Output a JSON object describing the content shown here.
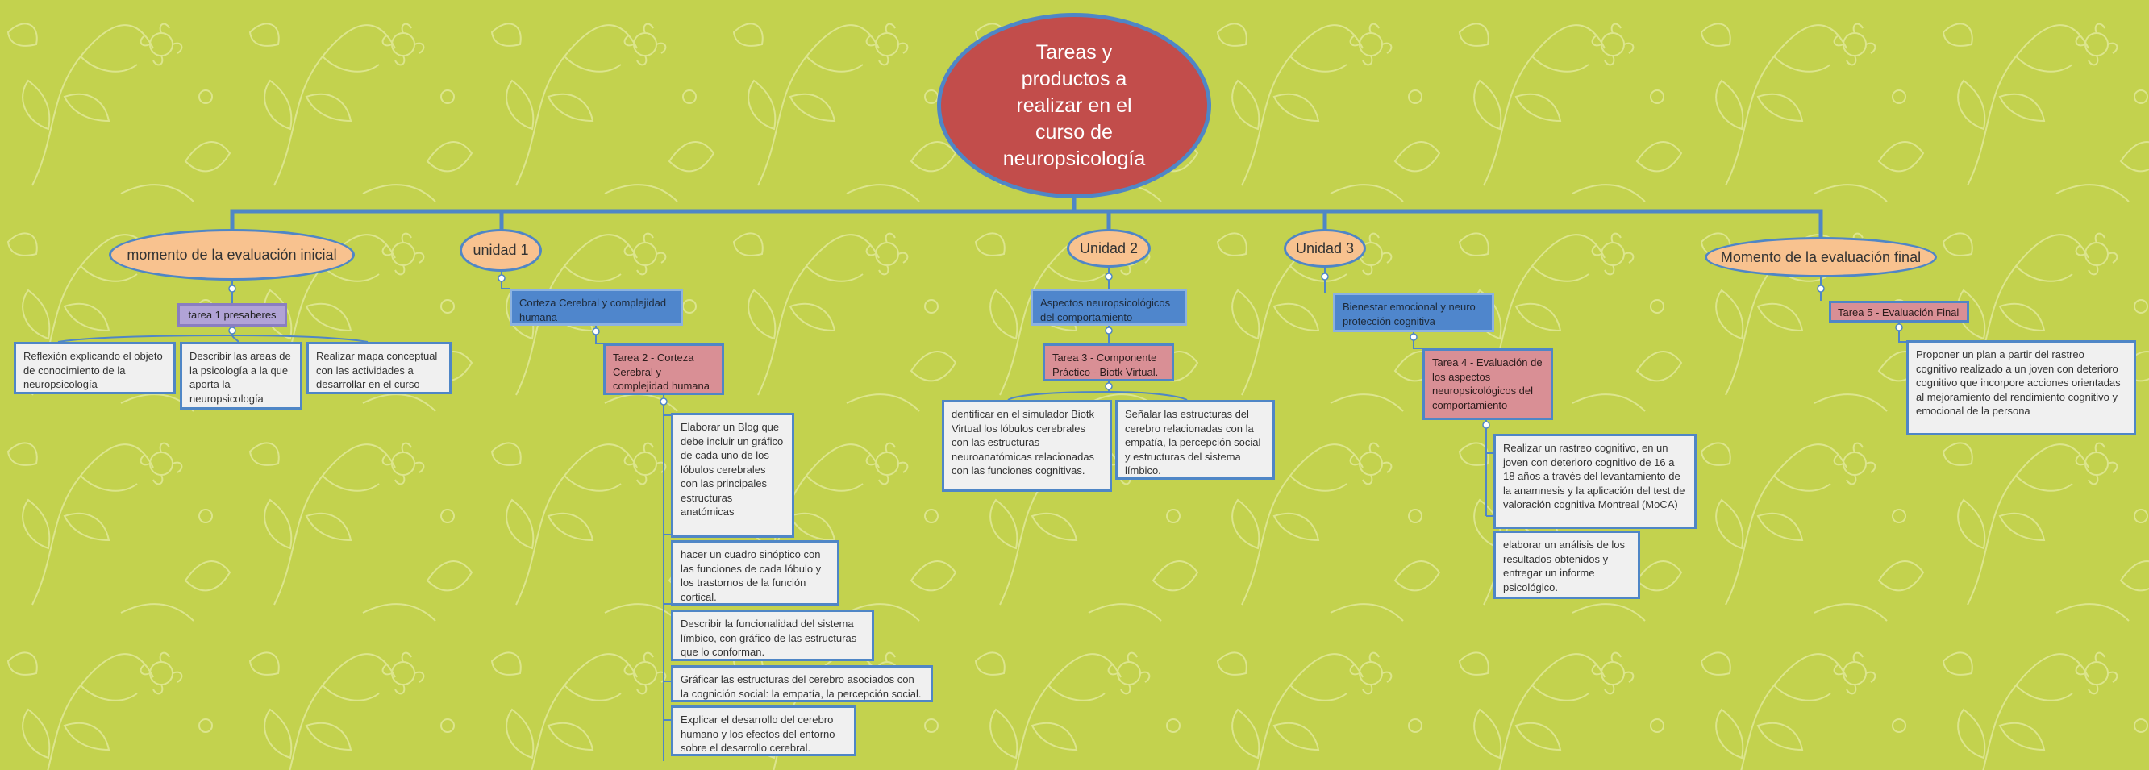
{
  "root": {
    "title": "Tareas y productos a realizar en el curso de neuropsicología"
  },
  "branches": {
    "inicial": {
      "label": "momento de la evaluación  inicial",
      "task": "tarea 1 presaberes",
      "notes": [
        "Reflexión explicando el objeto de conocimiento de la neuropsicología",
        "Describir las areas de la psicología a la que aporta la neuropsicología",
        "Realizar mapa conceptual con las actividades a desarrollar en el curso"
      ]
    },
    "unidad1": {
      "label": "unidad 1",
      "topic": "Corteza Cerebral y complejidad humana",
      "task": "Tarea 2 - Corteza Cerebral y complejidad humana",
      "notes": [
        "Elaborar un Blog que debe incluir un gráfico de cada uno de los lóbulos cerebrales con las principales estructuras anatómicas",
        "hacer un cuadro sinóptico con las funciones de cada lóbulo y los trastornos de la función cortical.",
        "Describir la funcionalidad del sistema límbico, con gráfico de las estructuras que lo conforman.",
        "Gráficar las estructuras del cerebro asociados con la cognición social: la empatía, la percepción social.",
        "Explicar el desarrollo del cerebro humano y los efectos del entorno sobre el desarrollo cerebral."
      ]
    },
    "unidad2": {
      "label": "Unidad 2",
      "topic": "Aspectos neuropsicológicos del comportamiento",
      "task": "Tarea 3 - Componente Práctico - Biotk Virtual.",
      "notes": [
        "dentificar en el simulador Biotk Virtual los lóbulos cerebrales con las estructuras neuroanatómicas relacionadas con las funciones cognitivas.",
        "Señalar las estructuras del cerebro relacionadas con la empatía, la percepción social y estructuras del sistema límbico."
      ]
    },
    "unidad3": {
      "label": "Unidad 3",
      "topic": "Bienestar emocional y neuro protección cognitiva",
      "task": "Tarea 4 - Evaluación de los aspectos neuropsicológicos del comportamiento",
      "notes": [
        "Realizar un rastreo cognitivo, en un joven con deterioro cognitivo de 16 a 18 años a través del levantamiento de la anamnesis y la aplicación del test de valoración cognitiva Montreal (MoCA)",
        "elaborar un análisis de los resultados obtenidos y entregar un informe psicológico."
      ]
    },
    "final": {
      "label": "Momento de la evaluación final",
      "task": "Tarea 5 - Evaluación Final",
      "notes": [
        "Proponer un plan a partir del rastreo cognitivo realizado a un joven con deterioro cognitivo que incorpore acciones orientadas al mejoramiento del rendimiento cognitivo y emocional de la persona"
      ]
    }
  },
  "colors": {
    "background": "#c3d24e",
    "root_fill": "#c24d4b",
    "ellipse_fill": "#f8c28f",
    "topic_fill": "#4f86cc",
    "task_fill": "#d98f95",
    "presaberes_fill": "#b1a3d6",
    "note_fill": "#f0f0f0",
    "connector": "#4f86c6"
  }
}
